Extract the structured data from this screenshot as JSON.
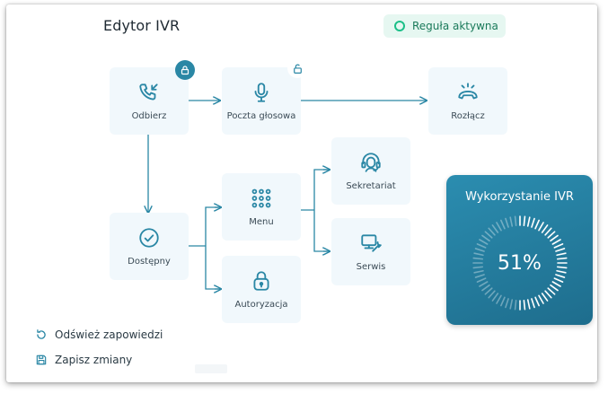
{
  "header": {
    "title": "Edytor IVR",
    "status_label": "Reguła aktywna",
    "status_color": "#1cbf88"
  },
  "nodes": {
    "odbierz": {
      "label": "Odbierz",
      "icon": "phone-incoming-icon",
      "lock": "locked-lock-icon"
    },
    "poczta": {
      "label": "Poczta głosowa",
      "icon": "microphone-icon",
      "lock": "unlocked-lock-icon"
    },
    "rozlacz": {
      "label": "Rozłącz",
      "icon": "hang-up-icon"
    },
    "dostepny": {
      "label": "Dostępny",
      "icon": "check-circle-icon"
    },
    "menu": {
      "label": "Menu",
      "icon": "keypad-icon"
    },
    "autoryzacja": {
      "label": "Autoryzacja",
      "icon": "padlock-icon"
    },
    "sekretariat": {
      "label": "Sekretariat",
      "icon": "headset-agent-icon"
    },
    "serwis": {
      "label": "Serwis",
      "icon": "service-tools-icon"
    }
  },
  "usage": {
    "title": "Wykorzystanie IVR",
    "percent": 51,
    "value_label": "51%"
  },
  "actions": {
    "refresh_label": "Odśwież zapowiedzi",
    "save_label": "Zapisz zmiany"
  },
  "colors": {
    "accent": "#2a87a5",
    "node_bg": "#f1f8fc",
    "card_start": "#2b8db0",
    "card_end": "#1e6d8d"
  }
}
